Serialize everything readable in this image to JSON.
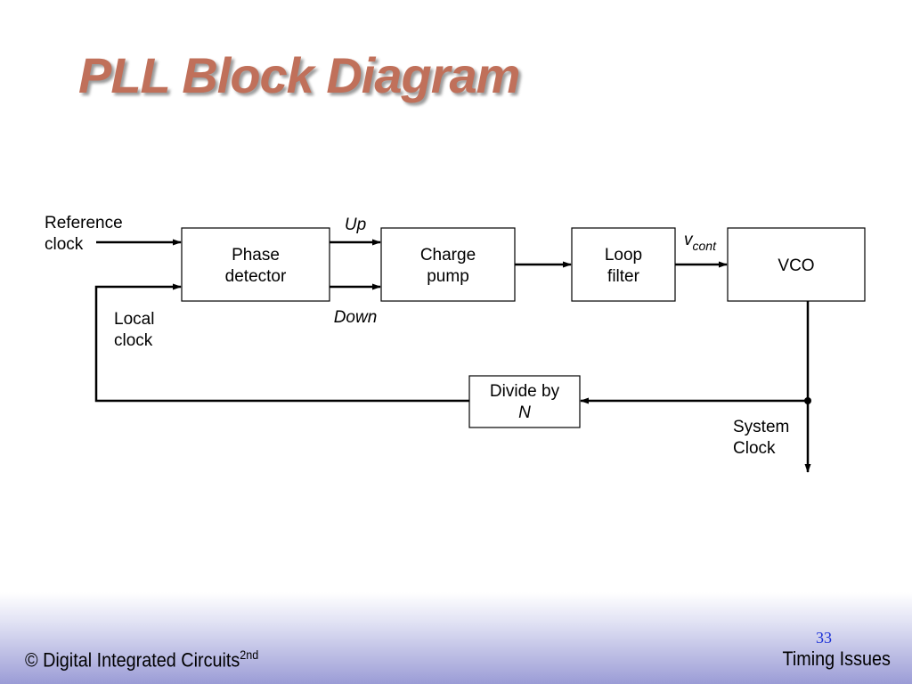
{
  "slide": {
    "title": "PLL Block Diagram",
    "footer_left": "© Digital Integrated Circuits",
    "footer_left_sup": "2nd",
    "page_number": "33",
    "footer_right": "Timing Issues"
  },
  "diagram": {
    "blocks": {
      "phase_detector": [
        "Phase",
        "detector"
      ],
      "charge_pump": [
        "Charge",
        "pump"
      ],
      "loop_filter": [
        "Loop",
        "filter"
      ],
      "vco": "VCO",
      "divider": [
        "Divide by",
        "N"
      ]
    },
    "labels": {
      "reference_clock": [
        "Reference",
        "clock"
      ],
      "up": "Up",
      "down": "Down",
      "vcont_base": "v",
      "vcont_sub": "cont",
      "local_clock": [
        "Local",
        "clock"
      ],
      "system_clock": [
        "System",
        "Clock"
      ]
    }
  }
}
